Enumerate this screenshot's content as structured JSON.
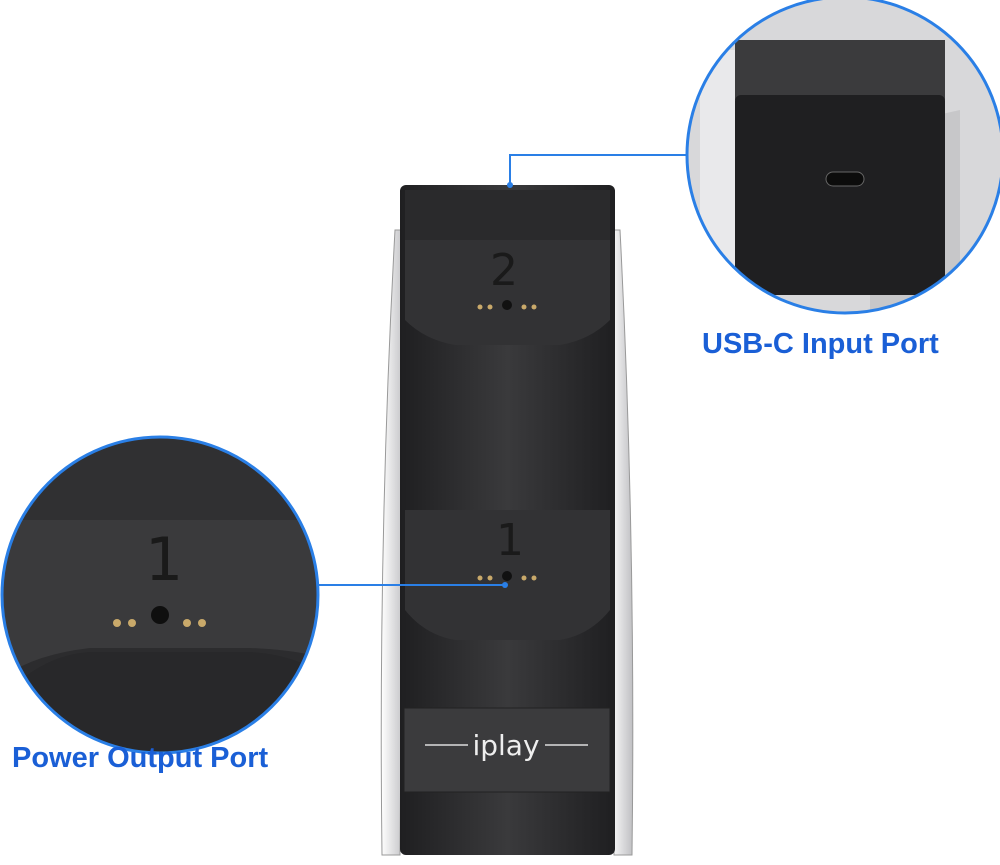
{
  "product": {
    "brand_logo": "iplay",
    "slot_numbers": [
      "2",
      "1"
    ]
  },
  "callouts": {
    "usb_c": {
      "label": "USB-C Input Port"
    },
    "power_output": {
      "label": "Power Output Port"
    }
  },
  "colors": {
    "accent_blue": "#1a5fd6",
    "callout_line": "#2a7fe6",
    "body_dark": "#2c2c2e",
    "shell_white": "#f2f2f2"
  }
}
